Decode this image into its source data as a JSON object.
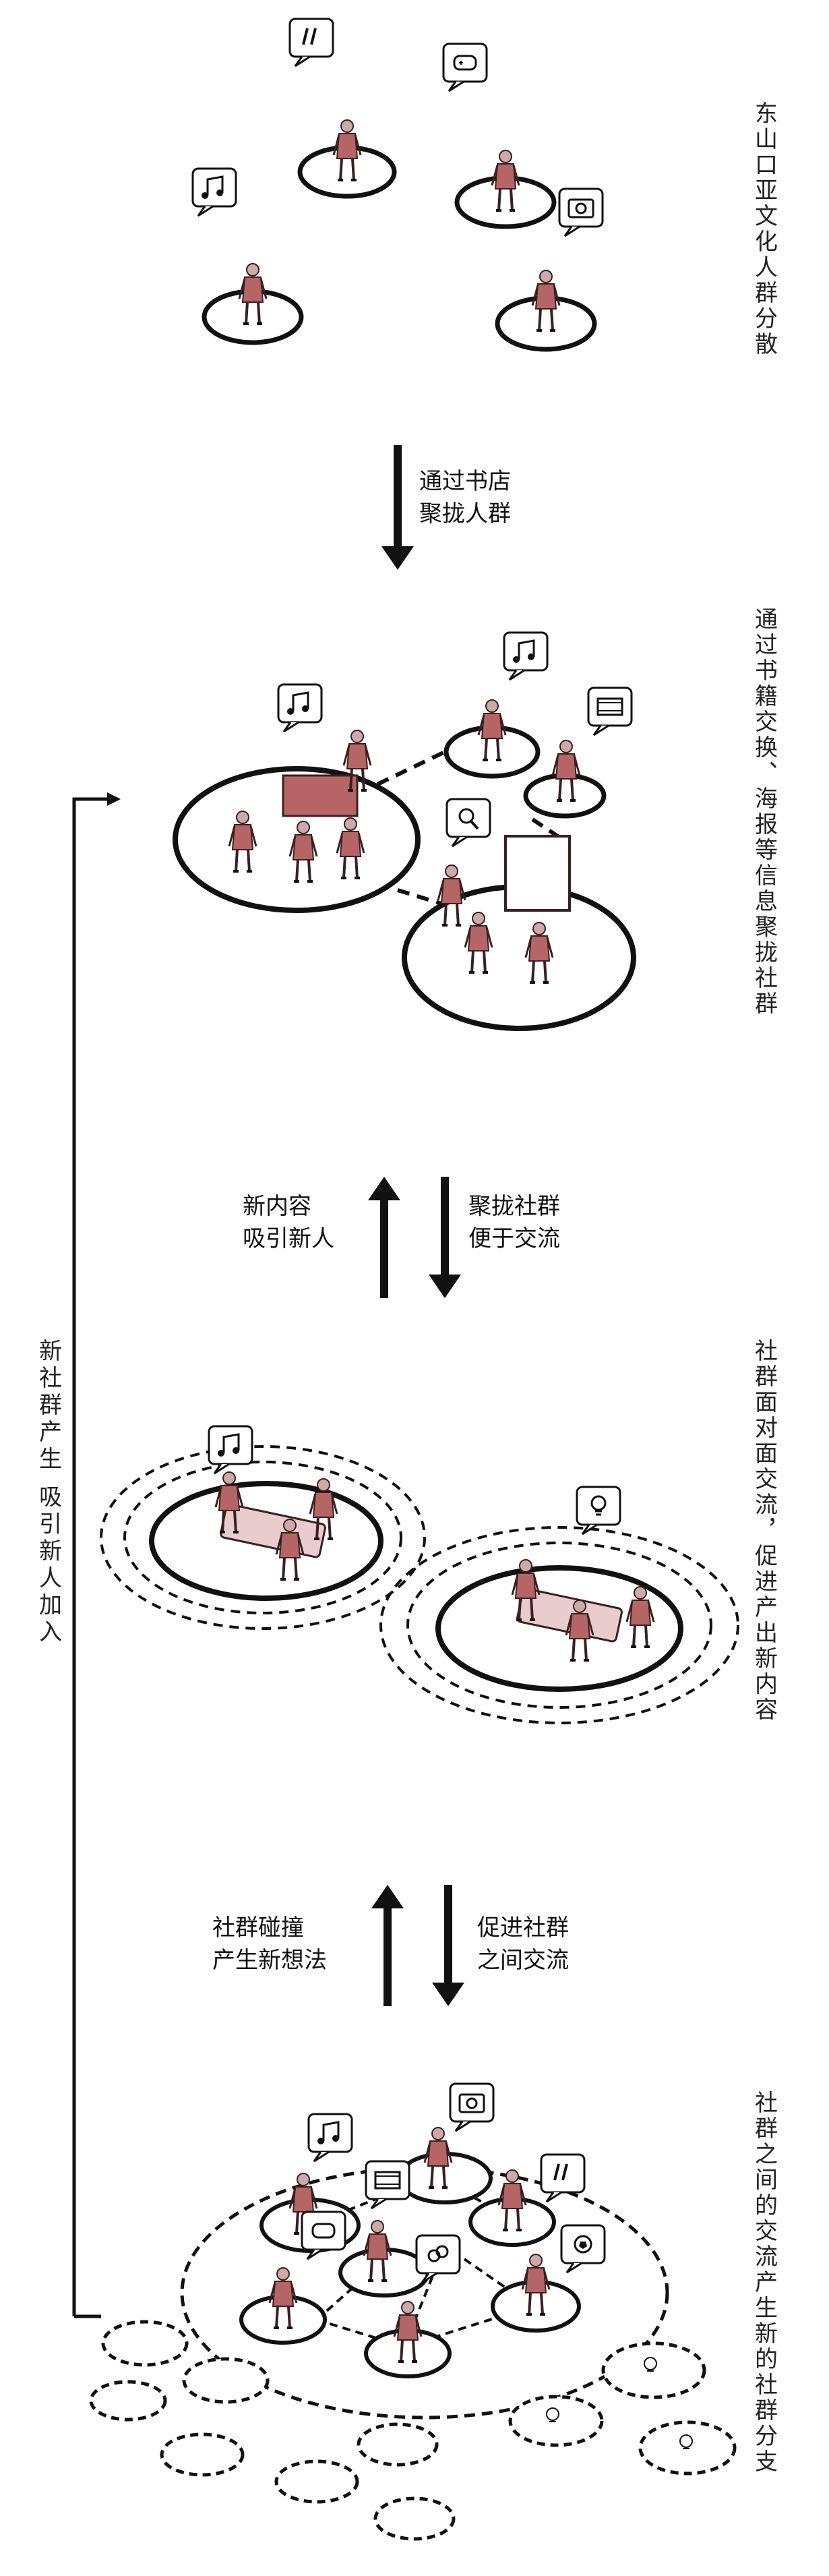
{
  "stages": [
    {
      "caption": "东山口亚文化人群分散"
    },
    {
      "caption": "通过书籍交换、海报等信息聚拢社群"
    },
    {
      "caption": "社群面对面交流，促进产出新内容"
    },
    {
      "caption": "社群之间的交流产生新的社群分支"
    }
  ],
  "transitions": [
    {
      "down_line1": "通过书店",
      "down_line2": "聚拢人群"
    },
    {
      "up_line1": "新内容",
      "up_line2": "吸引新人",
      "down_line1": "聚拢社群",
      "down_line2": "便于交流"
    },
    {
      "up_line1": "社群碰撞",
      "up_line2": "产生新想法",
      "down_line1": "促进社群",
      "down_line2": "之间交流"
    }
  ],
  "feedback_loop": {
    "label": "新社群产生 吸引新人加入"
  },
  "icons": {
    "music": "music-note-icon",
    "speech": "quote-marks-icon",
    "camera": "camera-icon",
    "game": "game-controller-icon",
    "film": "film-strip-icon",
    "search": "magnifier-icon",
    "idea": "light-bulb-icon",
    "football": "football-icon",
    "link": "chain-link-icon"
  },
  "colors": {
    "ink": "#111111",
    "figure_tint": "#b56565",
    "figure_dark": "#3a2020"
  }
}
